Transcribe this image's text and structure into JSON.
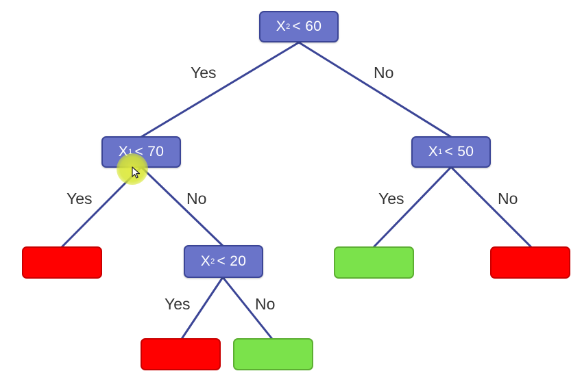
{
  "diagram": {
    "colors": {
      "decision_fill": "#6a74c9",
      "decision_border": "#3b4596",
      "leaf_red": "#ff0000",
      "leaf_green": "#7be24b",
      "edge": "#3b4596"
    },
    "nodes": {
      "root": {
        "var": "X",
        "sub": "2",
        "cond": "< 60"
      },
      "left": {
        "var": "X",
        "sub": "1",
        "cond": "< 70"
      },
      "right": {
        "var": "X",
        "sub": "1",
        "cond": "< 50"
      },
      "left_right": {
        "var": "X",
        "sub": "2",
        "cond": "< 20"
      }
    },
    "leaves": {
      "left_yes": "red",
      "left_right_yes": "red",
      "left_right_no": "green",
      "right_yes": "green",
      "right_no": "red"
    },
    "labels": {
      "root_yes": "Yes",
      "root_no": "No",
      "left_yes": "Yes",
      "left_no": "No",
      "right_yes": "Yes",
      "right_no": "No",
      "left_right_yes": "Yes",
      "left_right_no": "No"
    },
    "cursor": {
      "icon": "pointer-cursor-icon",
      "highlight": "yellow-click-highlight"
    }
  }
}
